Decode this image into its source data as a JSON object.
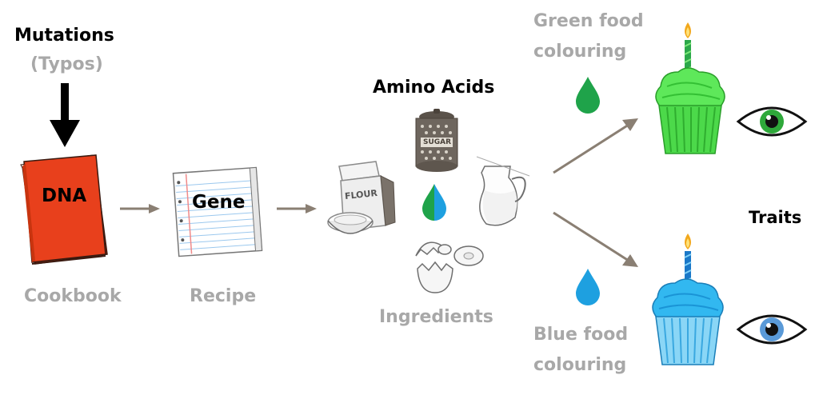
{
  "labels": {
    "mutations": "Mutations",
    "typos": "(Typos)",
    "dna": "DNA",
    "cookbook": "Cookbook",
    "gene": "Gene",
    "recipe": "Recipe",
    "amino_acids": "Amino Acids",
    "ingredients": "Ingredients",
    "green_colouring_1": "Green food",
    "green_colouring_2": "colouring",
    "blue_colouring_1": "Blue food",
    "blue_colouring_2": "colouring",
    "traits": "Traits",
    "flour": "FLOUR",
    "sugar": "SUGAR"
  },
  "colors": {
    "book": "#e8401c",
    "arrow": "#8a7f73",
    "green": "#1fa34a",
    "blue": "#1ea0e0",
    "cupcake_green": "#5ee85a",
    "cupcake_blue": "#32b8f0",
    "text_grey": "#a8a8a8"
  }
}
